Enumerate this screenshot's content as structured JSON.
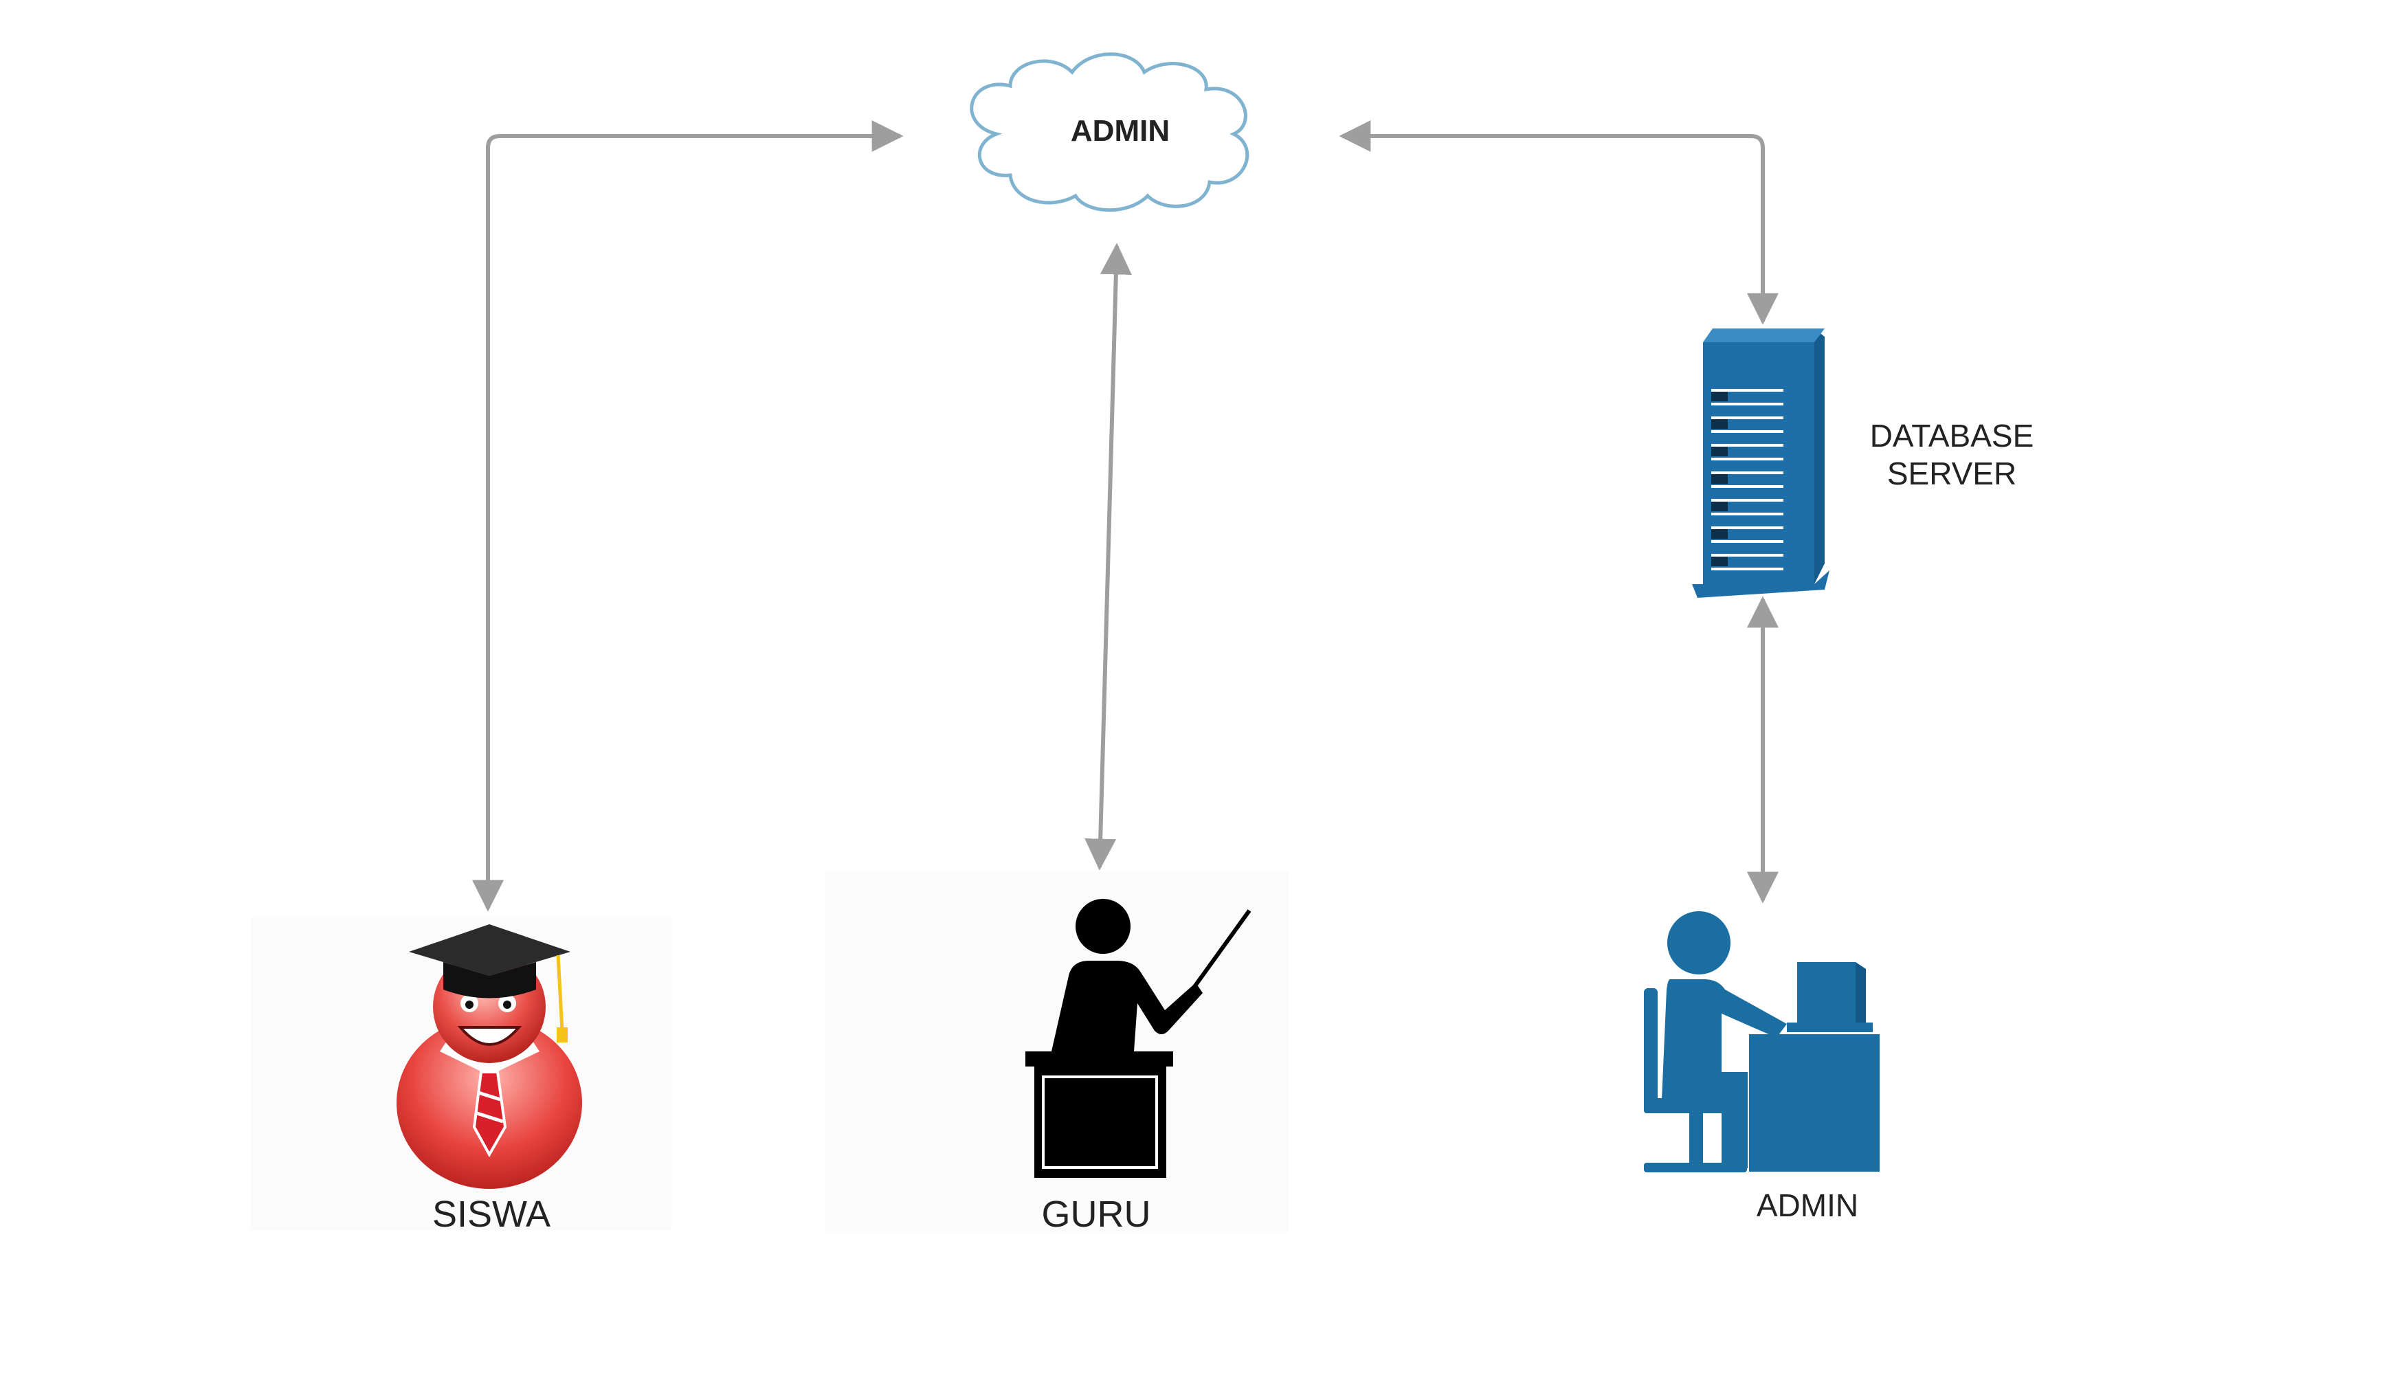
{
  "diagram": {
    "nodes": {
      "cloud": {
        "label": "ADMIN",
        "icon": "cloud-icon",
        "stroke_color": "#7fb3d0"
      },
      "database": {
        "label_line1": "DATABASE",
        "label_line2": "SERVER",
        "icon": "server-tower-icon",
        "color": "#1e6fa8"
      },
      "siswa": {
        "label": "SISWA",
        "icon": "student-graduate-icon",
        "color": "#e8443f"
      },
      "guru": {
        "label": "GURU",
        "icon": "teacher-podium-icon",
        "color": "#000000"
      },
      "admin": {
        "label": "ADMIN",
        "icon": "admin-computer-icon",
        "color": "#1a6ea1"
      }
    },
    "connector_color": "#9e9e9e",
    "connections": [
      {
        "from": "siswa",
        "to": "cloud",
        "bidirectional": true
      },
      {
        "from": "guru",
        "to": "cloud",
        "bidirectional": true
      },
      {
        "from": "cloud",
        "to": "database",
        "bidirectional": true
      },
      {
        "from": "database",
        "to": "admin",
        "bidirectional": true
      }
    ]
  }
}
